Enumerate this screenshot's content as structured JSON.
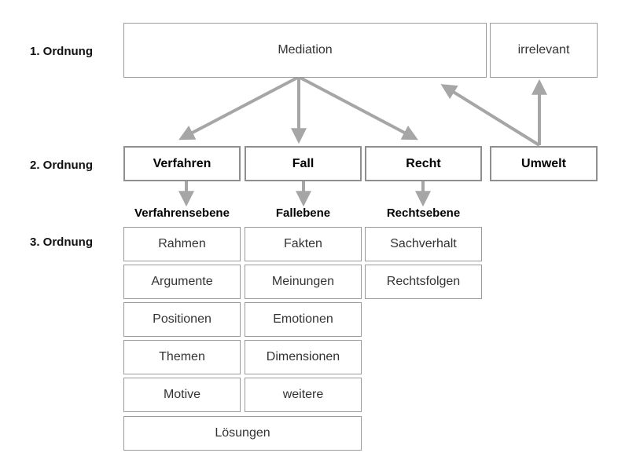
{
  "row_labels": {
    "first": "1. Ordnung",
    "second": "2. Ordnung",
    "third": "3. Ordnung"
  },
  "level1": {
    "mediation": "Mediation",
    "irrelevant": "irrelevant"
  },
  "level2": {
    "verfahren": "Verfahren",
    "fall": "Fall",
    "recht": "Recht",
    "umwelt": "Umwelt"
  },
  "level3_titles": {
    "verfahren": "Verfahrensebene",
    "fall": "Fallebene",
    "recht": "Rechtsebene"
  },
  "verfahren_items": [
    "Rahmen",
    "Argumente",
    "Positionen",
    "Themen",
    "Motive"
  ],
  "fall_items": [
    "Fakten",
    "Meinungen",
    "Emotionen",
    "Dimensionen",
    "weitere"
  ],
  "recht_items": [
    "Sachverhalt",
    "Rechtsfolgen"
  ],
  "shared_item": "Lösungen",
  "colors": {
    "arrow": "#a6a6a6",
    "border": "#9a9a9a"
  }
}
